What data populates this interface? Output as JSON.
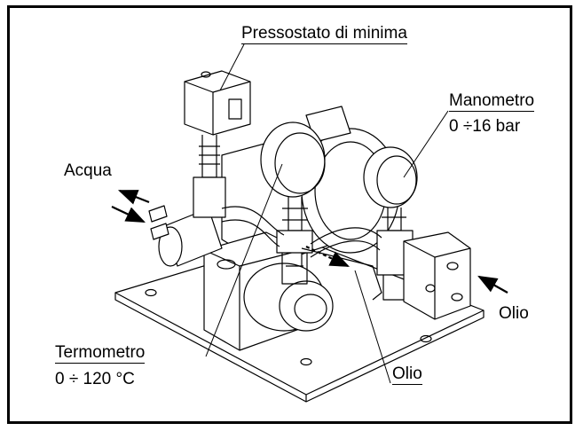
{
  "labels": {
    "pressostato": "Pressostato di minima",
    "manometro": "Manometro",
    "manometro_range": "0 ÷16 bar",
    "acqua": "Acqua",
    "olio_right": "Olio",
    "olio_bottom": "Olio",
    "termometro": "Termometro",
    "termometro_range": "0 ÷ 120 °C"
  }
}
